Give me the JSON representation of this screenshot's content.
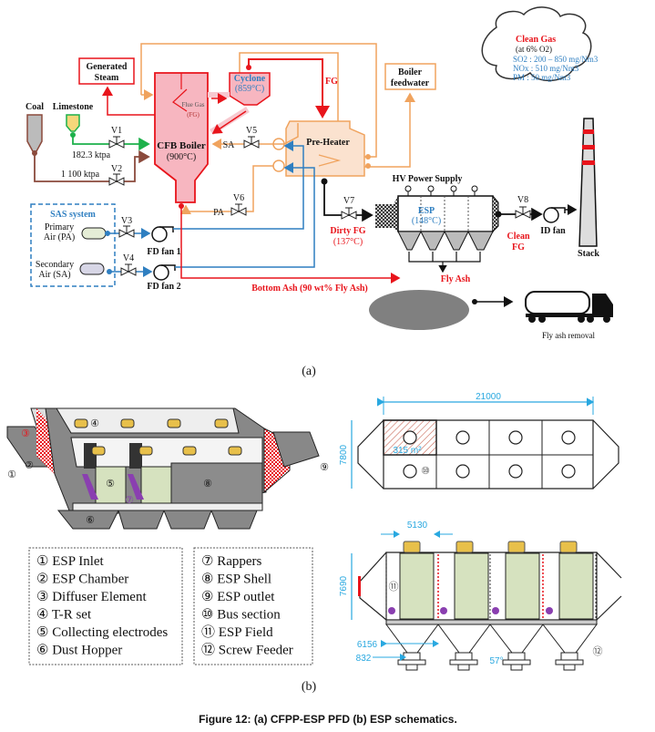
{
  "part_a": {
    "label": "(a)",
    "feeds": {
      "coal": "Coal",
      "limestone": "Limestone",
      "limestone_rate": "182.3 ktpa",
      "coal_rate": "1 100 ktpa"
    },
    "valves": [
      "V1",
      "V2",
      "V3",
      "V4",
      "V5",
      "V6",
      "V7",
      "V8"
    ],
    "generated_steam": [
      "Generated",
      "Steam"
    ],
    "boiler": {
      "name": "CFB Boiler",
      "temp": "(900°C)",
      "flue_gas": "Flue Gas",
      "flue_gas_abbr": "(FG)"
    },
    "cyclone": {
      "name": "Cyclone",
      "temp": "(859°C)"
    },
    "fg_label": "FG",
    "boiler_feedwater": [
      "Boiler",
      "feedwater"
    ],
    "preheater": "Pre-Heater",
    "sa_label": "SA",
    "pa_label": "PA",
    "sas_system": {
      "title": "SAS system",
      "primary": [
        "Primary",
        "Air (PA)"
      ],
      "secondary": [
        "Secondary",
        "Air (SA)"
      ]
    },
    "fans": {
      "fd1": "FD fan 1",
      "fd2": "FD fan 2",
      "id": "ID fan"
    },
    "bottom_ash": "Bottom Ash (90 wt% Fly Ash)",
    "hv_power": "HV Power Supply",
    "esp": {
      "name": "ESP",
      "temp": "(148°C)"
    },
    "dirty_fg": [
      "Dirty FG",
      "(137°C)"
    ],
    "clean_fg": [
      "Clean",
      "FG"
    ],
    "fly_ash": "Fly Ash",
    "fly_ash_removal": "Fly ash removal",
    "stack": "Stack",
    "clean_gas": {
      "title": "Clean Gas",
      "basis": "(at 6% O2)",
      "so2": "SO2 : 200 – 850 mg/Nm3",
      "nox": "NOx : 510 mg/Nm3",
      "pm": "PM  : 50 mg/Nm3"
    }
  },
  "part_b": {
    "label": "(b)",
    "callouts": [
      "①",
      "②",
      "③",
      "④",
      "⑤",
      "⑥",
      "⑦",
      "⑧",
      "⑨",
      "⑩",
      "⑪",
      "⑫"
    ],
    "legend_left": [
      {
        "num": "①",
        "text": "ESP Inlet"
      },
      {
        "num": "②",
        "text": "ESP Chamber"
      },
      {
        "num": "③",
        "text": "Diffuser Element"
      },
      {
        "num": "④",
        "text": "T-R set"
      },
      {
        "num": "⑤",
        "text": "Collecting electrodes"
      },
      {
        "num": "⑥",
        "text": "Dust Hopper"
      }
    ],
    "legend_right": [
      {
        "num": "⑦",
        "text": "Rappers"
      },
      {
        "num": "⑧",
        "text": "ESP Shell"
      },
      {
        "num": "⑨",
        "text": "ESP outlet"
      },
      {
        "num": "⑩",
        "text": "Bus section"
      },
      {
        "num": "⑪",
        "text": "ESP Field"
      },
      {
        "num": "⑫",
        "text": "Screw Feeder"
      }
    ],
    "dimensions": {
      "length": "21000",
      "width": "7800",
      "area": "315 m²",
      "field_width": "5130",
      "height": "7690",
      "hopper_top": "6156",
      "hopper_bottom": "832",
      "angle": "57°"
    }
  },
  "caption": "Figure 12: (a) CFPP-ESP PFD (b) ESP schematics."
}
